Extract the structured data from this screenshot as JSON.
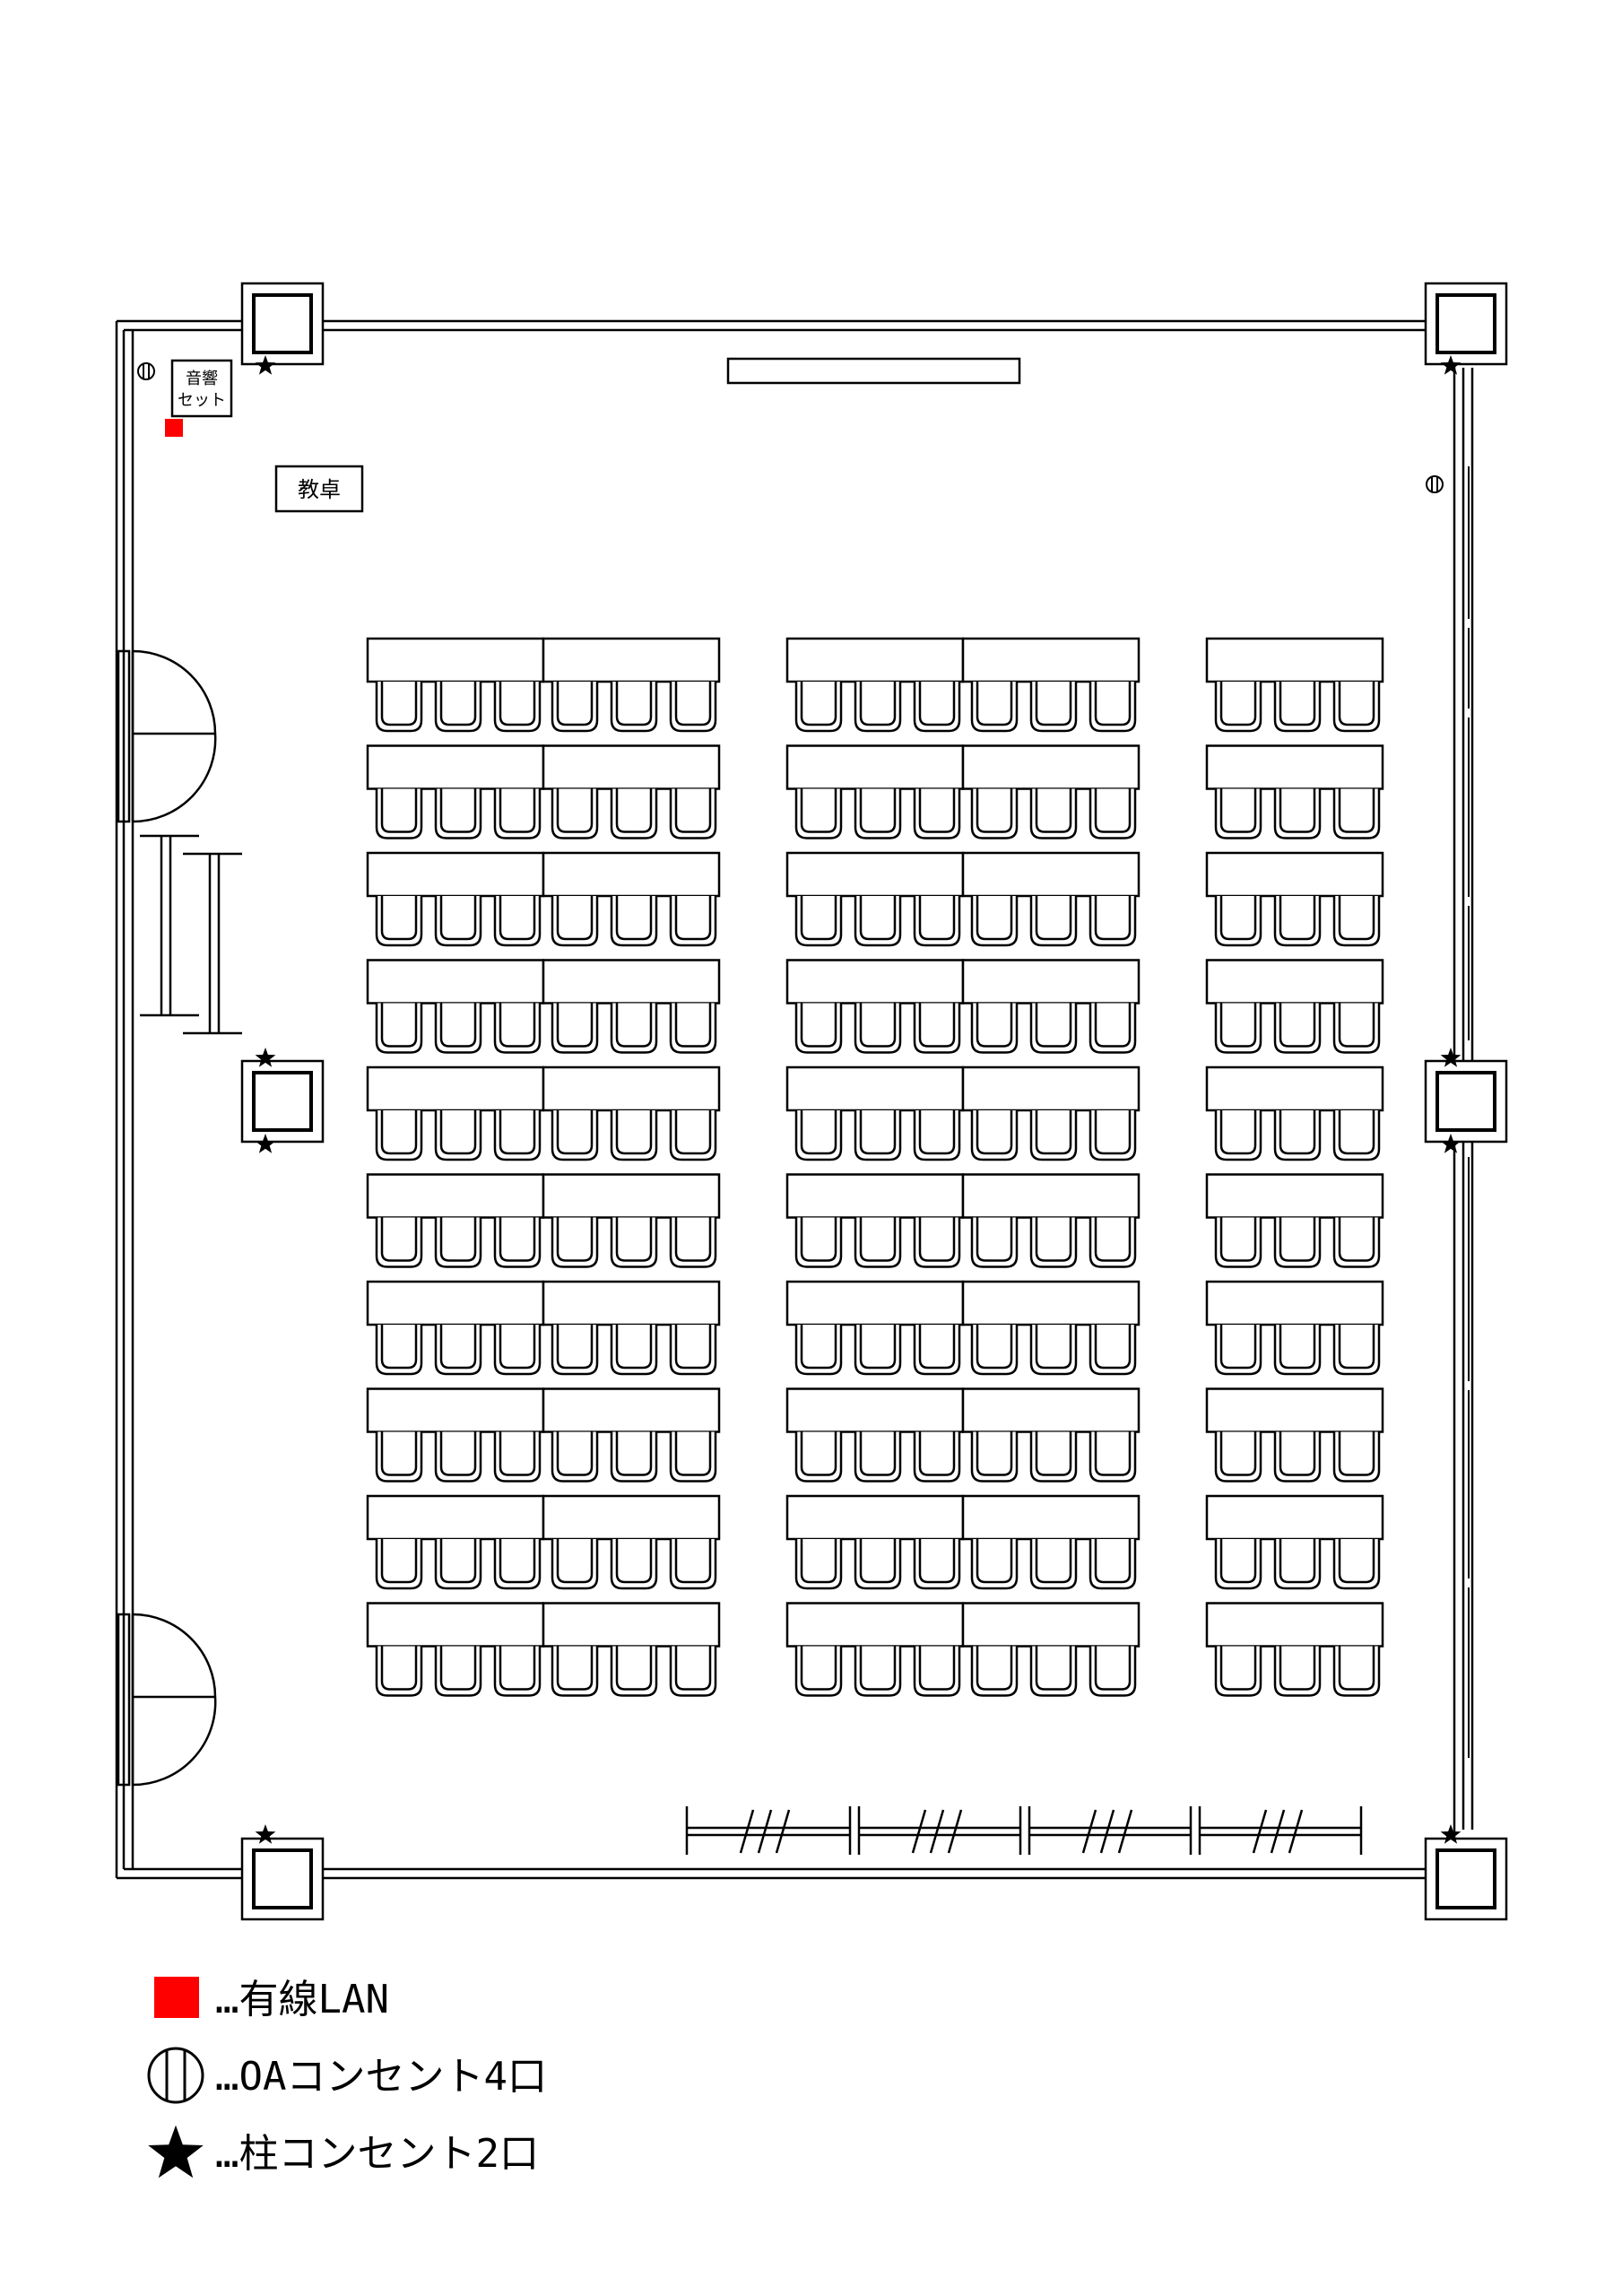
{
  "labels": {
    "audio_line1": "音響",
    "audio_line2": "セット",
    "lectern": "教卓"
  },
  "seating": {
    "blocks": [
      {
        "desk_rows": 10,
        "desks_per_row": 2,
        "chairs_per_desk": 3
      },
      {
        "desk_rows": 10,
        "desks_per_row": 2,
        "chairs_per_desk": 3
      },
      {
        "desk_rows": 10,
        "desks_per_row": 1,
        "chairs_per_desk": 3
      }
    ]
  },
  "legend": [
    {
      "symbol": "red-square",
      "text": "…有線LAN"
    },
    {
      "symbol": "oa-outlet",
      "text": "…OAコンセント4口"
    },
    {
      "symbol": "star",
      "text": "…柱コンセント2口"
    }
  ],
  "colors": {
    "line": "#000000",
    "lan": "#ff0000"
  }
}
